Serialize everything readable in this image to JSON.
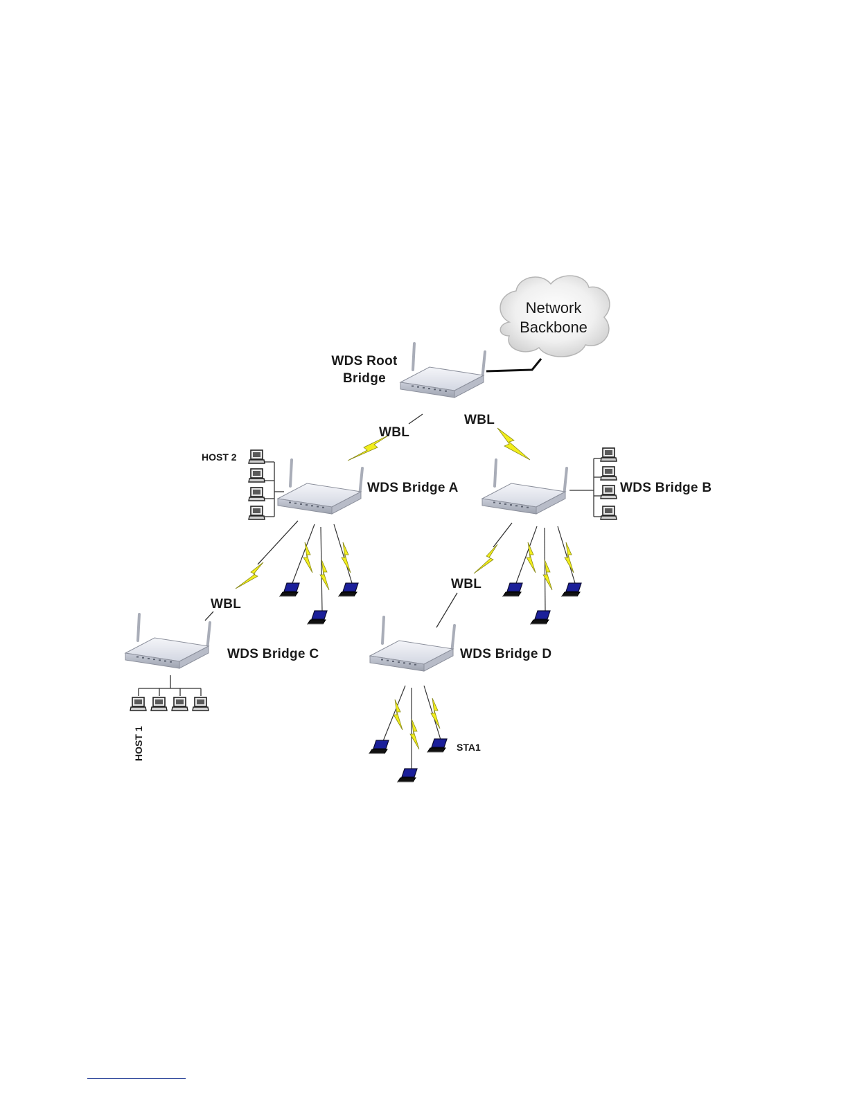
{
  "diagram": {
    "cloud": {
      "line1": "Network",
      "line2": "Backbone"
    },
    "root": {
      "line1": "WDS Root",
      "line2": "Bridge"
    },
    "bridge_a": "WDS Bridge A",
    "bridge_b": "WDS Bridge B",
    "bridge_c": "WDS Bridge C",
    "bridge_d": "WDS Bridge D",
    "wbl": "WBL",
    "host1": "HOST 1",
    "host2": "HOST 2",
    "sta1": "STA1"
  },
  "colors": {
    "router_body": "#e3e6ef",
    "lightning": "#f2ee1c",
    "laptop_screen": "#1b1f9a"
  }
}
